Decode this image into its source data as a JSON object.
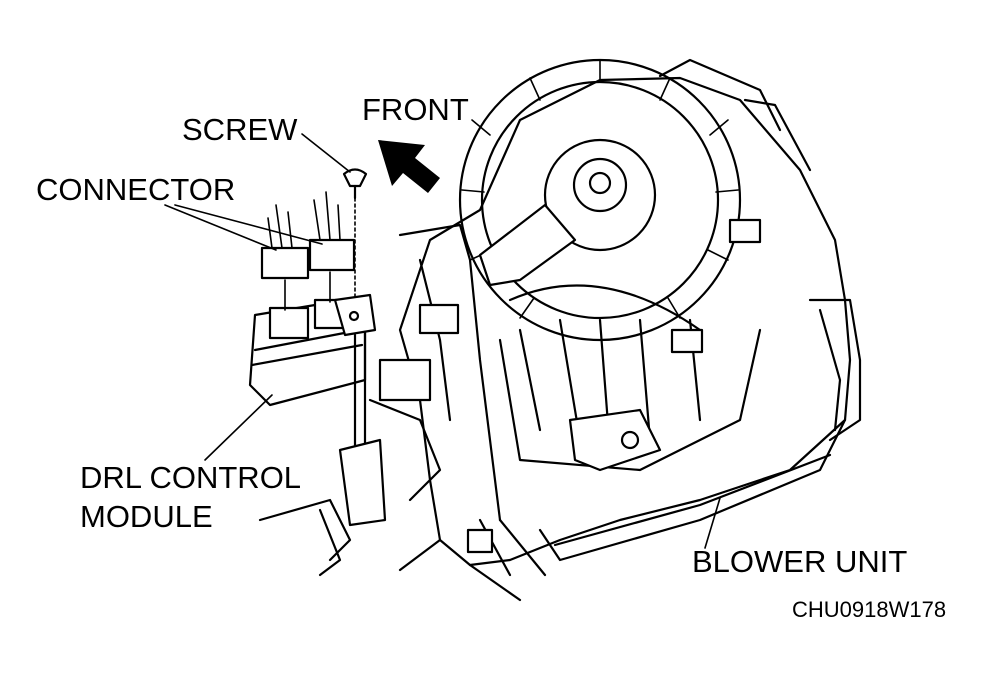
{
  "labels": {
    "screw": "SCREW",
    "front": "FRONT",
    "connector": "CONNECTOR",
    "drl_line1": "DRL CONTROL",
    "drl_line2": "MODULE",
    "blower": "BLOWER UNIT",
    "figure_code": "CHU0918W178"
  },
  "colors": {
    "ink": "#000000",
    "paper": "#ffffff"
  }
}
